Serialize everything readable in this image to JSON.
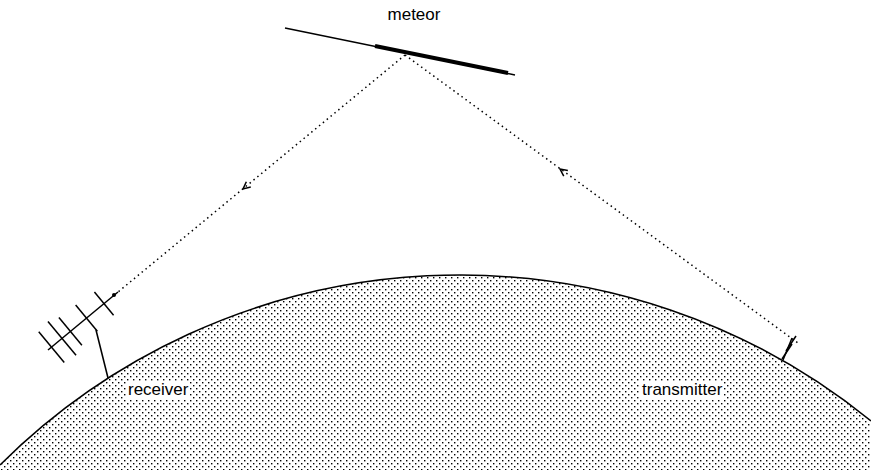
{
  "diagram": {
    "labels": [
      "meteor",
      "receiver",
      "transmitter"
    ]
  }
}
